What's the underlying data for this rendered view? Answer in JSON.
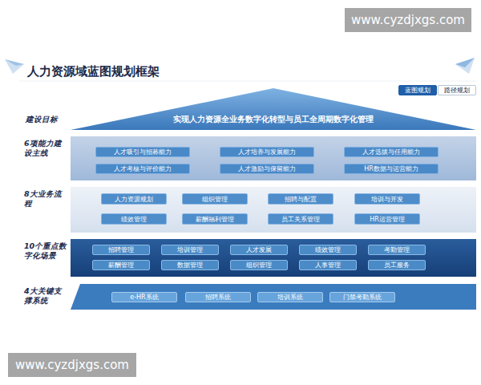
{
  "diagram": {
    "title": "人力资源域蓝图规划框架",
    "nodes": [
      {
        "text": [
          "建设目标",
          "实现人力资源全业务数字化转型与员工全周期数字化管理"
        ]
      },
      {
        "text": [
          "6项能力建设主线"
        ]
      },
      {
        "text": [
          "人才吸引与招募能力"
        ],
        "in": 1
      },
      {
        "text": [
          "人才培养与发展能力"
        ],
        "in": 1
      },
      {
        "text": [
          "人才选拔与任用能力"
        ],
        "in": 1
      },
      {
        "text": [
          "人才考核与评价能力"
        ],
        "in": 1
      },
      {
        "text": [
          "人才激励与保留能力"
        ],
        "in": 1
      },
      {
        "text": [
          "HR数据与运营能力"
        ],
        "in": 1
      },
      {
        "text": [
          "8大业务流程"
        ]
      },
      {
        "text": [
          "人力资源规划"
        ],
        "in": 8
      },
      {
        "text": [
          "组织管理"
        ],
        "in": 8
      },
      {
        "text": [
          "招聘与配置"
        ],
        "in": 8
      },
      {
        "text": [
          "培训与开发"
        ],
        "in": 8
      },
      {
        "text": [
          "绩效管理"
        ],
        "in": 8
      },
      {
        "text": [
          "薪酬福利管理"
        ],
        "in": 8
      },
      {
        "text": [
          "员工关系管理"
        ],
        "in": 8
      },
      {
        "text": [
          "HR运营管理"
        ],
        "in": 8
      },
      {
        "text": [
          "10个重点数字化场景"
        ]
      },
      {
        "text": [
          "招聘管理"
        ],
        "in": 17
      },
      {
        "text": [
          "培训管理"
        ],
        "in": 17
      },
      {
        "text": [
          "人才发展"
        ],
        "in": 17
      },
      {
        "text": [
          "绩效管理"
        ],
        "in": 17
      },
      {
        "text": [
          "考勤管理"
        ],
        "in": 17
      },
      {
        "text": [
          "薪酬管理"
        ],
        "in": 17
      },
      {
        "text": [
          "数据管理"
        ],
        "in": 17
      },
      {
        "text": [
          "组织管理"
        ],
        "in": 17
      },
      {
        "text": [
          "人事管理"
        ],
        "in": 17
      },
      {
        "text": [
          "员工服务"
        ],
        "in": 17
      },
      {
        "text": [
          "4大关键支撑系统"
        ]
      },
      {
        "text": [
          "e-HR系统"
        ],
        "in": 28
      },
      {
        "text": [
          "招聘系统"
        ],
        "in": 28
      },
      {
        "text": [
          "培训系统"
        ],
        "in": 28
      },
      {
        "text": [
          "门禁考勤系统"
        ],
        "in": 28
      },
      {
        "text": [
          "蓝图规划"
        ]
      },
      {
        "text": [
          "路径规划"
        ]
      }
    ],
    "labels": [
      "www.cyzdjxgs.com",
      "www.cyzdjxgs.com"
    ]
  }
}
